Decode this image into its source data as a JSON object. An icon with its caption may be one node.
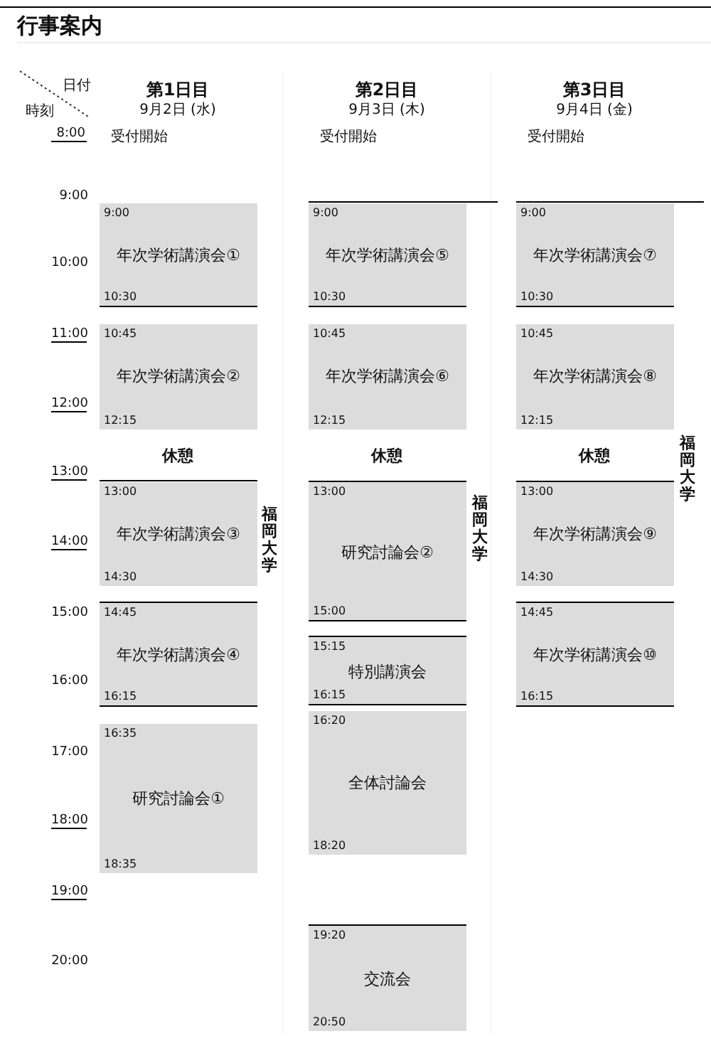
{
  "diagram": {
    "title": "行事案内",
    "nodes": [
      {
        "text": [
          "9:00",
          "年次学術講演会①",
          "10:30"
        ]
      },
      {
        "text": [
          "10:45",
          "年次学術講演会②",
          "12:15"
        ]
      },
      {
        "text": [
          "13:00",
          "年次学術講演会③",
          "14:30"
        ]
      },
      {
        "text": [
          "14:45",
          "年次学術講演会④",
          "16:15"
        ]
      },
      {
        "text": [
          "16:35",
          "研究討論会①",
          "18:35"
        ]
      },
      {
        "text": [
          "9:00",
          "年次学術講演会⑤",
          "10:30"
        ]
      },
      {
        "text": [
          "10:45",
          "年次学術講演会⑥",
          "12:15"
        ]
      },
      {
        "text": [
          "13:00",
          "研究討論会②",
          "15:00"
        ]
      },
      {
        "text": [
          "15:15",
          "特別講演会",
          "16:15"
        ]
      },
      {
        "text": [
          "16:20",
          "全体討論会",
          "18:20"
        ]
      },
      {
        "text": [
          "19:20",
          "交流会",
          "20:50"
        ]
      },
      {
        "text": [
          "9:00",
          "年次学術講演会⑦",
          "10:30"
        ]
      },
      {
        "text": [
          "10:45",
          "年次学術講演会⑧",
          "12:15"
        ]
      },
      {
        "text": [
          "13:00",
          "年次学術講演会⑨",
          "14:30"
        ]
      },
      {
        "text": [
          "14:45",
          "年次学術講演会⑩",
          "16:15"
        ]
      }
    ],
    "labels": [
      "日付",
      "時刻",
      "第1日目",
      "9月2日 (水)",
      "第2日目",
      "9月3日 (木)",
      "第3日目",
      "9月4日 (金)",
      "8:00",
      "9:00",
      "10:00",
      "11:00",
      "12:00",
      "13:00",
      "14:00",
      "15:00",
      "16:00",
      "17:00",
      "18:00",
      "19:00",
      "20:00",
      "受付開始",
      "受付開始",
      "受付開始",
      "休憩",
      "休憩",
      "休憩",
      "福岡大学",
      "福岡大学",
      "福岡大学"
    ]
  }
}
